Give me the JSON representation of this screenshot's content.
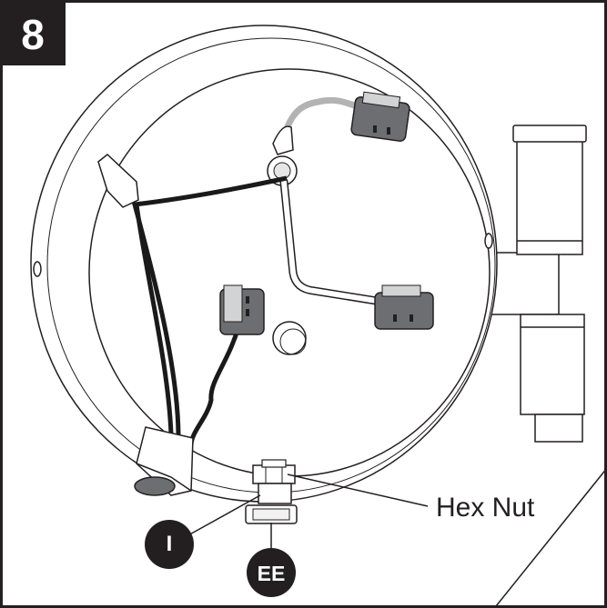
{
  "step": {
    "number": "8"
  },
  "labels": {
    "hex_nut": "Hex Nut"
  },
  "callouts": [
    {
      "id": "I",
      "text": "I"
    },
    {
      "id": "EE",
      "text": "EE"
    }
  ],
  "colors": {
    "ink": "#231f20",
    "wire_black": "#1a1a1a",
    "wire_gray": "#b3b3b3",
    "connector_gray": "#6d6e71",
    "connector_light": "#d1d3d4",
    "fixture_fill": "#f2f2f2"
  }
}
